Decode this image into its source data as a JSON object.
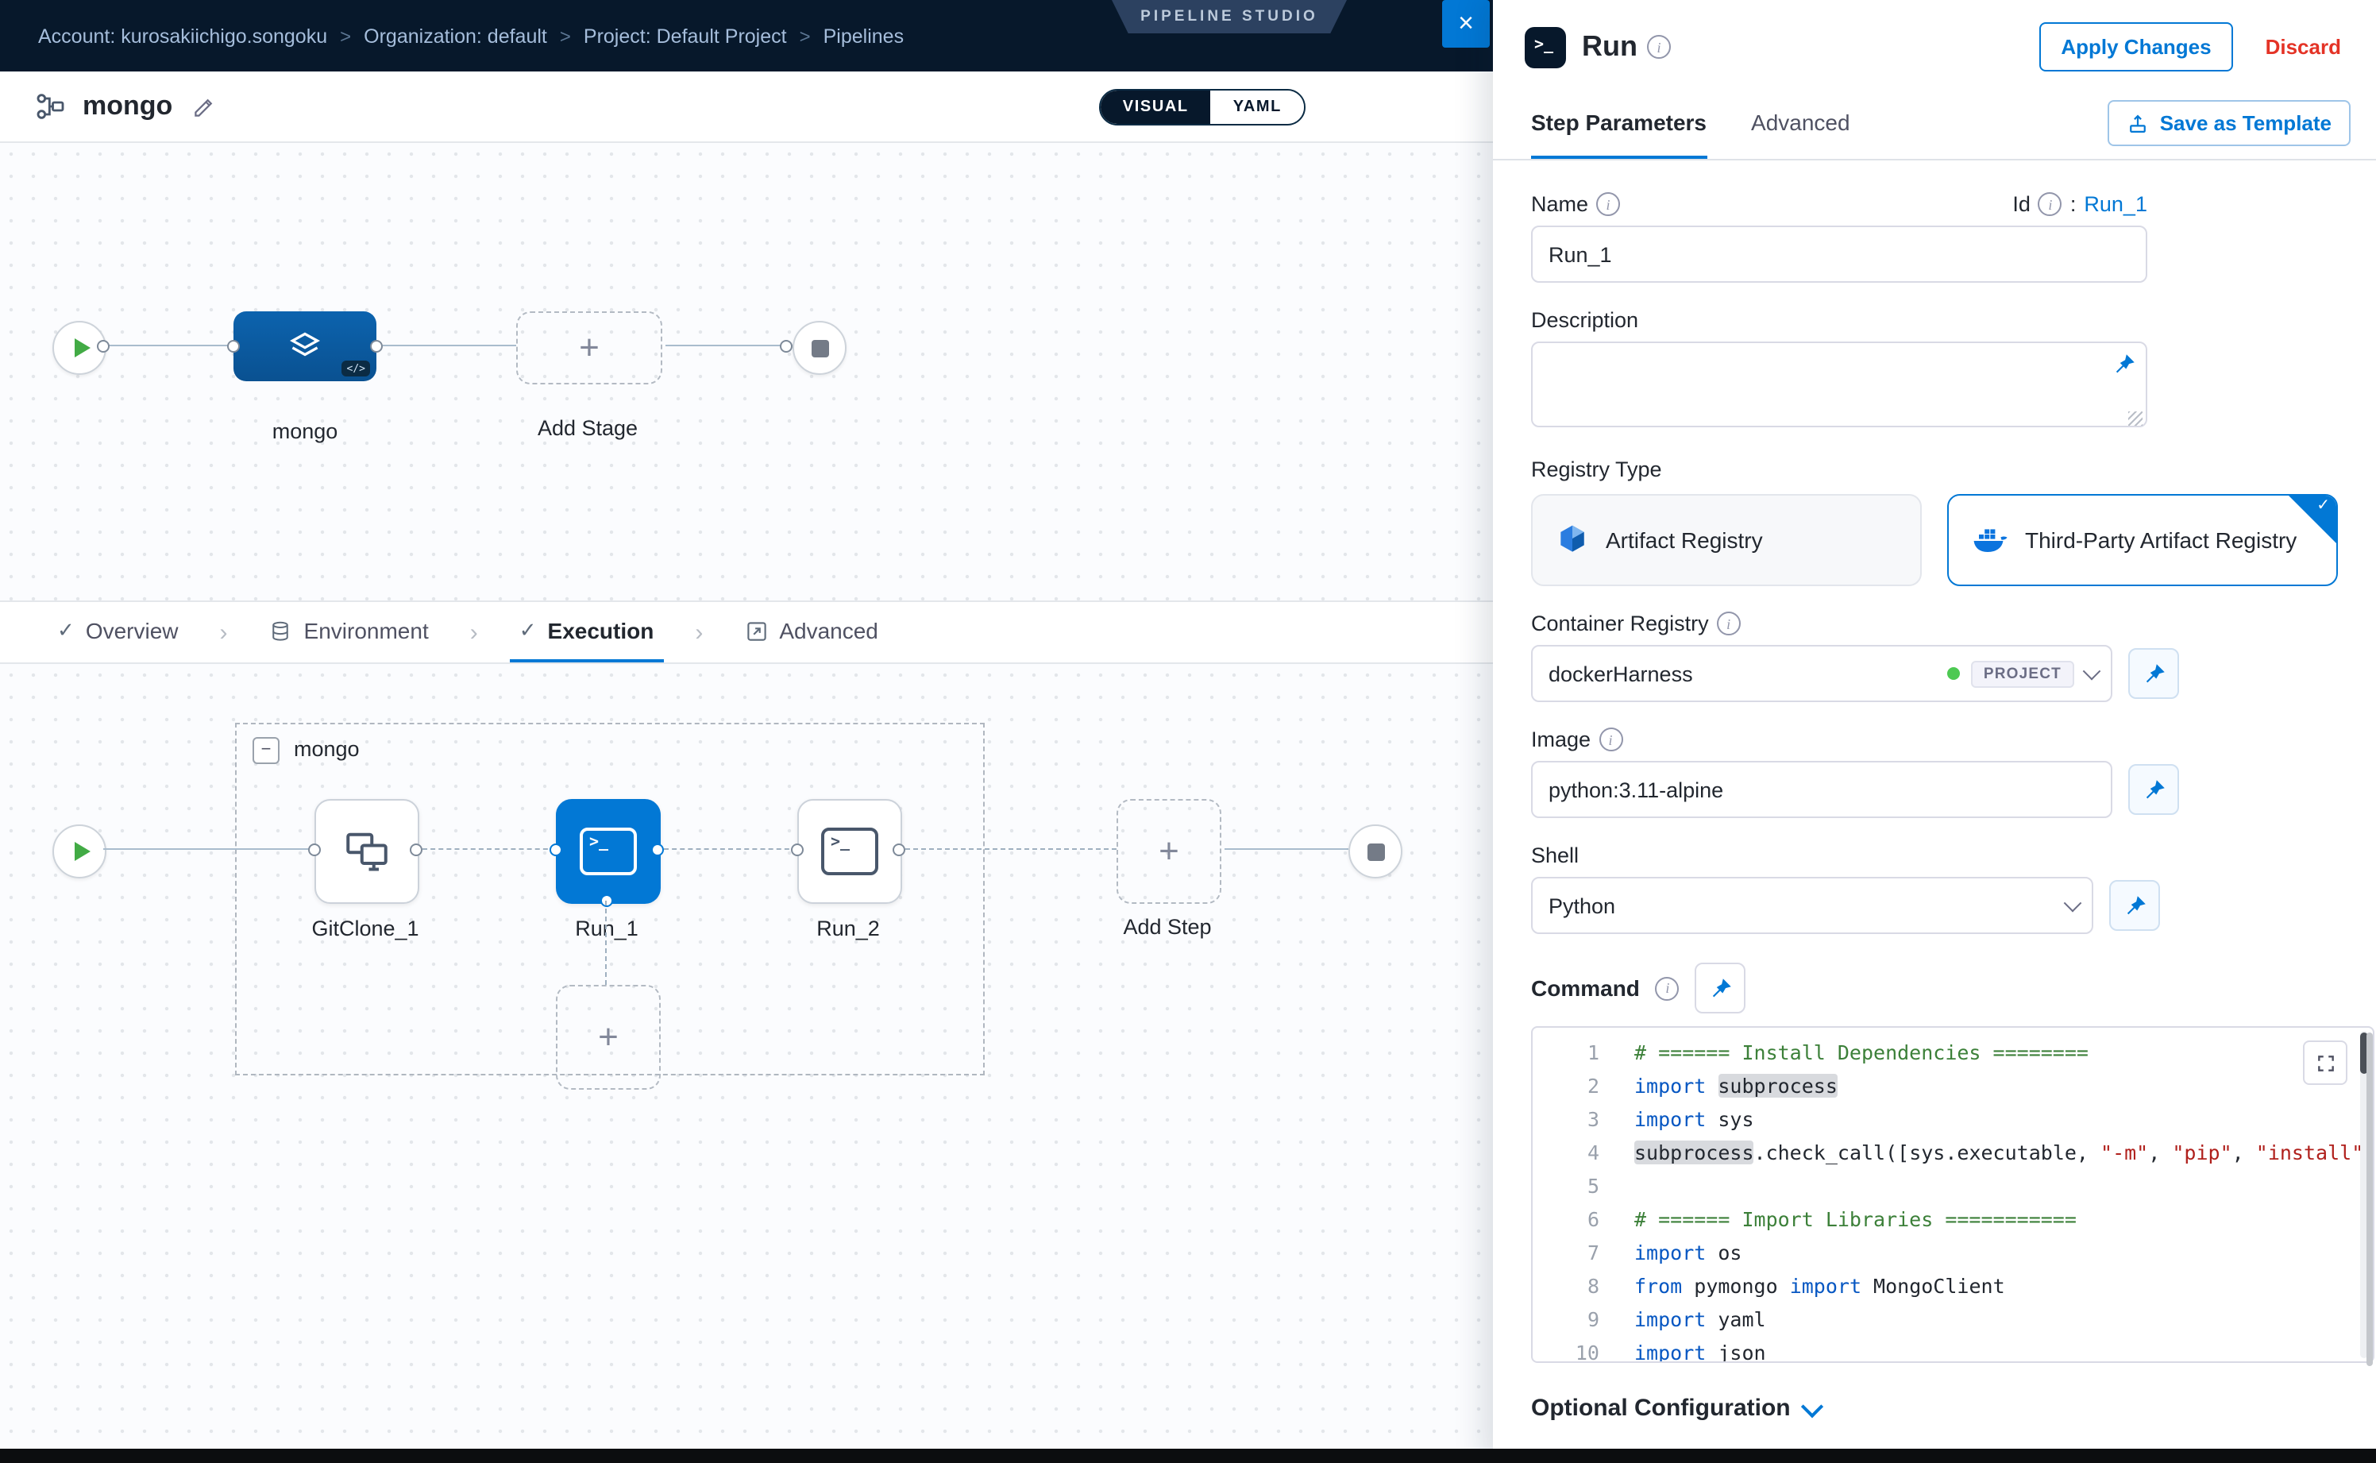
{
  "colors": {
    "accent": "#0278d5",
    "header_bg": "#07182b",
    "danger": "#e43326",
    "success": "#42ab45"
  },
  "topbar": {
    "breadcrumbs": [
      "Account: kurosakiichigo.songoku",
      "Organization: default",
      "Project: Default Project",
      "Pipelines"
    ],
    "separator": ">",
    "studio_badge": "PIPELINE STUDIO",
    "close": "×"
  },
  "toolbar": {
    "pipeline_name": "mongo",
    "visual": "VISUAL",
    "yaml": "YAML"
  },
  "stage_graph": {
    "stage_label": "mongo",
    "stage_badge": "</>",
    "add_stage": "Add Stage",
    "plus": "+"
  },
  "tabs": {
    "overview": "Overview",
    "environment": "Environment",
    "execution": "Execution",
    "advanced": "Advanced",
    "check": "✓",
    "chevron": "›"
  },
  "execution_graph": {
    "group_label": "mongo",
    "collapse": "−",
    "nodes": [
      "GitClone_1",
      "Run_1",
      "Run_2"
    ],
    "add_step": "Add Step",
    "plus": "+"
  },
  "panel": {
    "title": "Run",
    "apply": "Apply Changes",
    "discard": "Discard",
    "tab_step_parameters": "Step Parameters",
    "tab_advanced": "Advanced",
    "save_as_template": "Save as Template",
    "form": {
      "name_label": "Name",
      "name_value": "Run_1",
      "id_label": "Id",
      "id_colon": ":",
      "id_value": "Run_1",
      "description_label": "Description",
      "registry_type_label": "Registry Type",
      "artifact_registry": "Artifact Registry",
      "third_party_registry": "Third-Party Artifact Registry",
      "selected_check": "✓",
      "container_registry_label": "Container Registry",
      "container_registry_value": "dockerHarness",
      "scope_tag": "PROJECT",
      "image_label": "Image",
      "image_value": "python:3.11-alpine",
      "shell_label": "Shell",
      "shell_value": "Python",
      "command_label": "Command",
      "optional_configuration": "Optional Configuration"
    },
    "code": {
      "lines": [
        {
          "n": "1",
          "tokens": [
            [
              "com",
              "# ====== Install Dependencies ========"
            ]
          ]
        },
        {
          "n": "2",
          "tokens": [
            [
              "kw",
              "import"
            ],
            [
              "pl",
              " "
            ],
            [
              "hl",
              "subprocess"
            ]
          ]
        },
        {
          "n": "3",
          "tokens": [
            [
              "kw",
              "import"
            ],
            [
              "pl",
              " sys"
            ]
          ]
        },
        {
          "n": "4",
          "tokens": [
            [
              "hl",
              "subprocess"
            ],
            [
              "pl",
              ".check_call([sys.executable, "
            ],
            [
              "str",
              "\"-m\""
            ],
            [
              "pl",
              ", "
            ],
            [
              "str",
              "\"pip\""
            ],
            [
              "pl",
              ", "
            ],
            [
              "str",
              "\"install\""
            ],
            [
              "pl",
              ","
            ]
          ]
        },
        {
          "n": "5",
          "tokens": []
        },
        {
          "n": "6",
          "tokens": [
            [
              "com",
              "# ====== Import Libraries ==========="
            ]
          ]
        },
        {
          "n": "7",
          "tokens": [
            [
              "kw",
              "import"
            ],
            [
              "pl",
              " os"
            ]
          ]
        },
        {
          "n": "8",
          "tokens": [
            [
              "kw",
              "from"
            ],
            [
              "pl",
              " pymongo "
            ],
            [
              "kw",
              "import"
            ],
            [
              "pl",
              " MongoClient"
            ]
          ]
        },
        {
          "n": "9",
          "tokens": [
            [
              "kw",
              "import"
            ],
            [
              "pl",
              " yaml"
            ]
          ]
        },
        {
          "n": "10",
          "tokens": [
            [
              "kw",
              "import"
            ],
            [
              "pl",
              " json"
            ]
          ]
        }
      ]
    }
  }
}
